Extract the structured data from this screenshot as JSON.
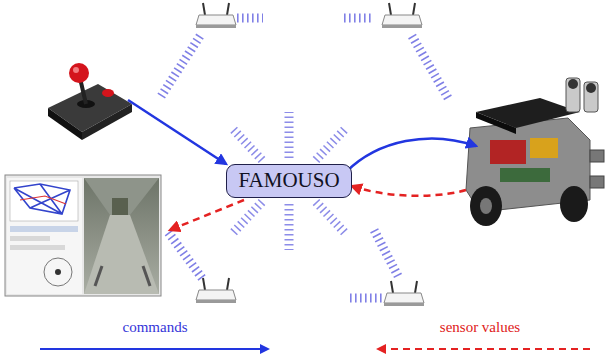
{
  "diagram": {
    "nodes": [
      {
        "text": [
          "FAMOUSO"
        ]
      }
    ],
    "legend": [
      {
        "text": "commands"
      },
      {
        "text": "sensor values"
      }
    ]
  }
}
